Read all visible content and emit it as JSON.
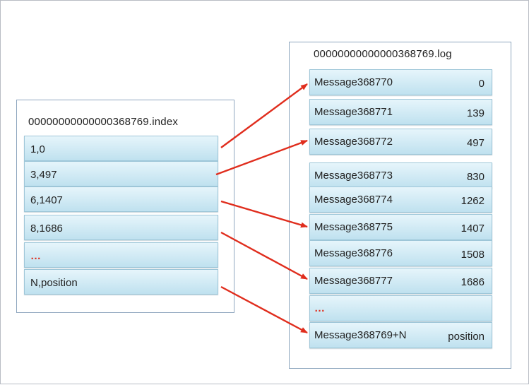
{
  "index_file": {
    "title": "00000000000000368769.index",
    "entries": [
      "1,0",
      "3,497",
      "6,1407",
      "8,1686",
      "…",
      "N,position"
    ]
  },
  "log_file": {
    "title": "00000000000000368769.log",
    "rows": [
      {
        "message": "Message368770",
        "position": "0"
      },
      {
        "message": "Message368771",
        "position": "139"
      },
      {
        "message": "Message368772",
        "position": "497"
      },
      {
        "message": "Message368773",
        "position": "830"
      },
      {
        "message": "Message368774",
        "position": "1262"
      },
      {
        "message": "Message368775",
        "position": "1407"
      },
      {
        "message": "Message368776",
        "position": "1508"
      },
      {
        "message": "Message368777",
        "position": "1686"
      },
      {
        "message": "…",
        "position": ""
      },
      {
        "message": "Message368769+N",
        "position": "position"
      }
    ]
  },
  "colors": {
    "arrow": "#e02d1d",
    "cell_top": "#e6f5fb",
    "cell_bottom": "#bfe1ef",
    "panel_border": "#8fa7bf"
  }
}
